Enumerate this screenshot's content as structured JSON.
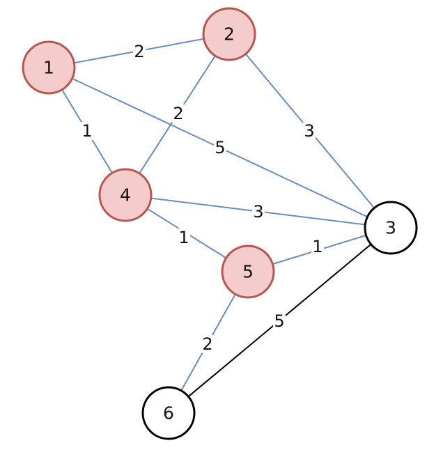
{
  "graph": {
    "colors": {
      "highlight_edge": "#6a8cbf",
      "default_edge": "#000000",
      "highlight_fill": "#f4cccc",
      "highlight_stroke": "#b85450",
      "default_fill": "#ffffff",
      "default_stroke": "#000000",
      "label_text": "#111111"
    },
    "nodes": [
      {
        "id": "n1",
        "label": "1",
        "highlighted": true
      },
      {
        "id": "n2",
        "label": "2",
        "highlighted": true
      },
      {
        "id": "n3",
        "label": "3",
        "highlighted": false
      },
      {
        "id": "n4",
        "label": "4",
        "highlighted": true
      },
      {
        "id": "n5",
        "label": "5",
        "highlighted": true
      },
      {
        "id": "n6",
        "label": "6",
        "highlighted": false
      }
    ],
    "edges": [
      {
        "from": "n1",
        "to": "n2",
        "weight": "2",
        "highlighted": true
      },
      {
        "from": "n1",
        "to": "n4",
        "weight": "1",
        "highlighted": true
      },
      {
        "from": "n1",
        "to": "n3",
        "weight": "5",
        "highlighted": true
      },
      {
        "from": "n2",
        "to": "n4",
        "weight": "2",
        "highlighted": true
      },
      {
        "from": "n2",
        "to": "n3",
        "weight": "3",
        "highlighted": true
      },
      {
        "from": "n4",
        "to": "n3",
        "weight": "3",
        "highlighted": true
      },
      {
        "from": "n4",
        "to": "n5",
        "weight": "1",
        "highlighted": true
      },
      {
        "from": "n5",
        "to": "n3",
        "weight": "1",
        "highlighted": true
      },
      {
        "from": "n5",
        "to": "n6",
        "weight": "2",
        "highlighted": true
      },
      {
        "from": "n3",
        "to": "n6",
        "weight": "5",
        "highlighted": false
      }
    ]
  }
}
